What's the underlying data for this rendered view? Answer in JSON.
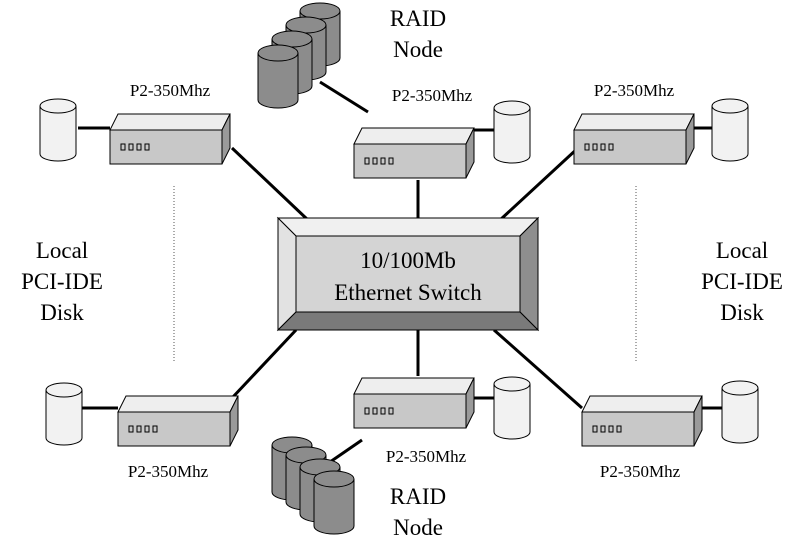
{
  "diagram": {
    "switch": {
      "line1": "10/100Mb",
      "line2": "Ethernet Switch"
    },
    "node_label": "P2-350Mhz",
    "raid_top": {
      "line1": "RAID",
      "line2": "Node"
    },
    "raid_bottom": {
      "line1": "RAID",
      "line2": "Node"
    },
    "local_left": {
      "line1": "Local",
      "line2": "PCI-IDE",
      "line3": "Disk"
    },
    "local_right": {
      "line1": "Local",
      "line2": "PCI-IDE",
      "line3": "Disk"
    }
  },
  "colors": {
    "box_top": "#eeeeee",
    "box_front": "#c8c8c8",
    "box_side": "#9a9a9a",
    "switch_face": "#d4d4d4",
    "disk_fill": "#f2f2f2",
    "raid_fill": "#8c8c8c",
    "line": "#000000"
  }
}
